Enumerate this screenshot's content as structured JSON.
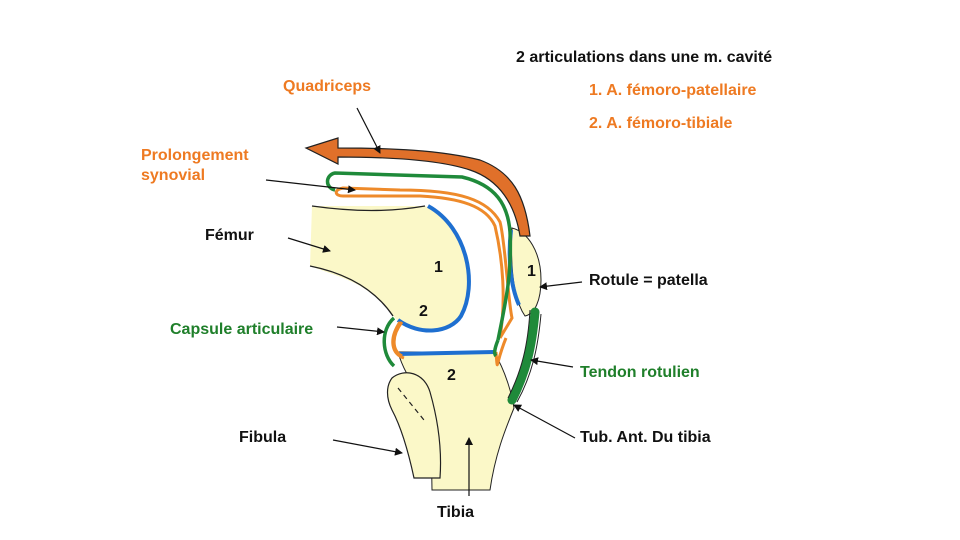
{
  "title": "2 articulations dans une m. cavité",
  "legend": {
    "item1": "1. A. fémoro-patellaire",
    "item2": "2. A. fémoro-tibiale"
  },
  "labels": {
    "quadriceps": "Quadriceps",
    "prolongement_line1": "Prolongement",
    "prolongement_line2": "synovial",
    "femur": "Fémur",
    "capsule": "Capsule articulaire",
    "fibula": "Fibula",
    "tibia": "Tibia",
    "rotule": "Rotule = patella",
    "tendon": "Tendon rotulien",
    "tub": "Tub. Ant. Du tibia"
  },
  "numbers": {
    "femur_patella": "1",
    "femur_tibia_top": "2",
    "patella": "1",
    "tibia": "2"
  },
  "colors": {
    "bone_fill": "#fbf8c8",
    "cartilage": "#1e6fd0",
    "synovial": "#ee8a2a",
    "capsule": "#1f8a3a",
    "quadriceps": "#e0702a",
    "label_orange": "#ee7a22",
    "label_green": "#1f7f2a"
  }
}
